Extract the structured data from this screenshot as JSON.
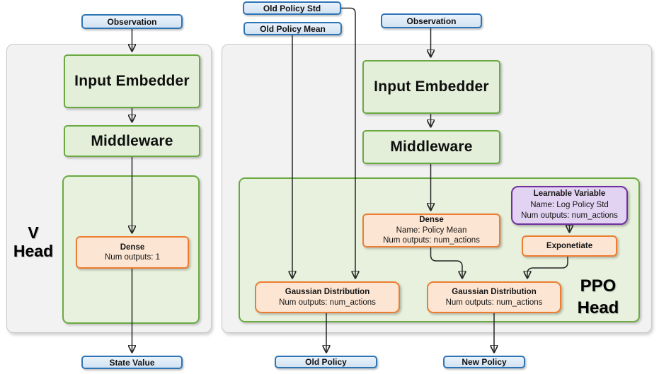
{
  "v_head": {
    "observation": "Observation",
    "input_embedder": "Input Embedder",
    "middleware": "Middleware",
    "dense": {
      "title": "Dense",
      "outputs": "Num outputs: 1"
    },
    "label": {
      "line1": "V",
      "line2": "Head"
    },
    "state_value": "State Value"
  },
  "ppo_head": {
    "old_policy_std": "Old Policy Std",
    "old_policy_mean": "Old Policy Mean",
    "observation": "Observation",
    "input_embedder": "Input Embedder",
    "middleware": "Middleware",
    "dense": {
      "title": "Dense",
      "name": "Name: Policy Mean",
      "outputs": "Num outputs: num_actions"
    },
    "learnable_variable": {
      "title": "Learnable Variable",
      "name": "Name: Log Policy Std",
      "outputs": "Num outputs: num_actions"
    },
    "exponetiate": "Exponetiate",
    "gaussian_old": {
      "title": "Gaussian Distribution",
      "outputs": "Num outputs: num_actions"
    },
    "gaussian_new": {
      "title": "Gaussian Distribution",
      "outputs": "Num outputs: num_actions"
    },
    "label": {
      "line1": "PPO",
      "line2": "Head"
    },
    "old_policy": "Old Policy",
    "new_policy": "New Policy"
  },
  "colors": {
    "blue_border": "#2e75b6",
    "blue_fill": "#dbe8f6",
    "green_border": "#6aaa41",
    "green_fill": "#e3efd8",
    "green_container_fill": "#e7f1dd",
    "orange_border": "#ed7d31",
    "orange_fill": "#fce5d3",
    "purple_border": "#7030a0",
    "purple_fill": "#e3d3f2",
    "panel_fill": "#f2f2f2",
    "panel_border": "#c9c9c9",
    "arrow": "#262626"
  }
}
